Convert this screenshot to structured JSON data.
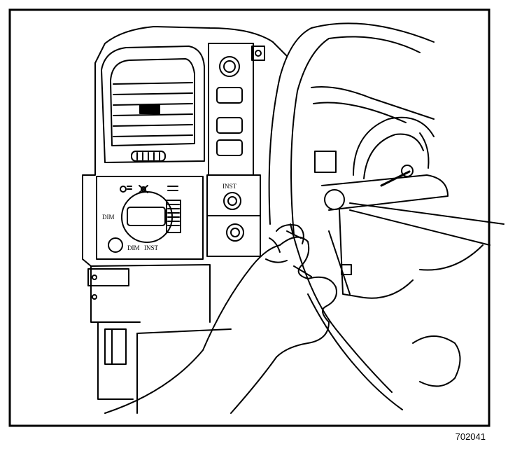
{
  "figure": {
    "id": "702041"
  },
  "dash_labels": {
    "switch_left_label": "DIM",
    "switch_bottom_label": "DIM",
    "switch_bottom_label_2": "INST",
    "upper_button_label": "INST"
  },
  "colors": {
    "line": "#000000",
    "background": "#ffffff"
  },
  "icons": [
    "headlamp-icon",
    "parking-lamp-icon",
    "fog-lamp-icon"
  ]
}
